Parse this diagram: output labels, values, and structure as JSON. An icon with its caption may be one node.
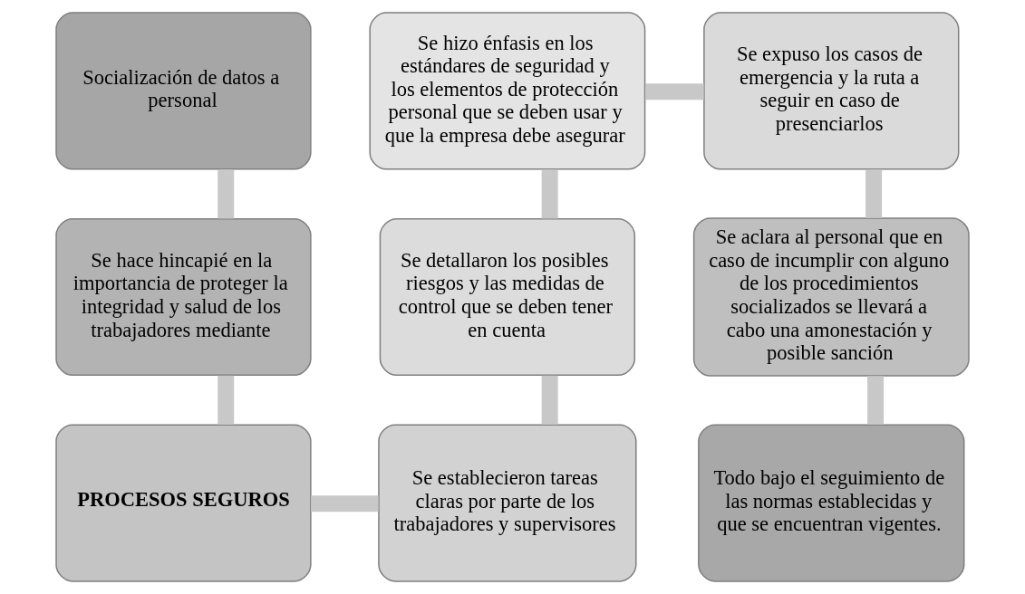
{
  "diagram": {
    "nodes": [
      {
        "text": [
          "Socialización de datos a personal"
        ]
      },
      {
        "text": [
          "Se hace hincapié en la importancia de proteger la integridad y salud de los trabajadores mediante"
        ]
      },
      {
        "text": [
          "PROCESOS SEGUROS"
        ]
      },
      {
        "text": [
          "Se establecieron tareas claras por parte de los trabajadores y supervisores"
        ]
      },
      {
        "text": [
          "Se detallaron los posibles riesgos y las medidas de control que se deben tener en cuenta"
        ]
      },
      {
        "text": [
          "Se hizo énfasis en los estándares de seguridad y los elementos de protección personal que se deben usar y que la empresa debe asegurar"
        ]
      },
      {
        "text": [
          "Se expuso los casos de emergencia y la ruta a seguir en caso de presenciarlos"
        ]
      },
      {
        "text": [
          "Se aclara al personal que en caso de incumplir con alguno de los procedimientos socializados se llevará a cabo una amonestación y posible sanción"
        ]
      },
      {
        "text": [
          "Todo bajo el seguimiento de las normas establecidas y que se encuentran vigentes."
        ]
      }
    ],
    "edges": [
      {
        "from": 0,
        "to": 1,
        "arrow": "none"
      },
      {
        "from": 1,
        "to": 2,
        "arrow": "none"
      },
      {
        "from": 2,
        "to": 3,
        "arrow": "none"
      },
      {
        "from": 3,
        "to": 4,
        "arrow": "none"
      },
      {
        "from": 4,
        "to": 5,
        "arrow": "none"
      },
      {
        "from": 5,
        "to": 6,
        "arrow": "none"
      },
      {
        "from": 6,
        "to": 7,
        "arrow": "none"
      },
      {
        "from": 7,
        "to": 8,
        "arrow": "none"
      }
    ]
  }
}
